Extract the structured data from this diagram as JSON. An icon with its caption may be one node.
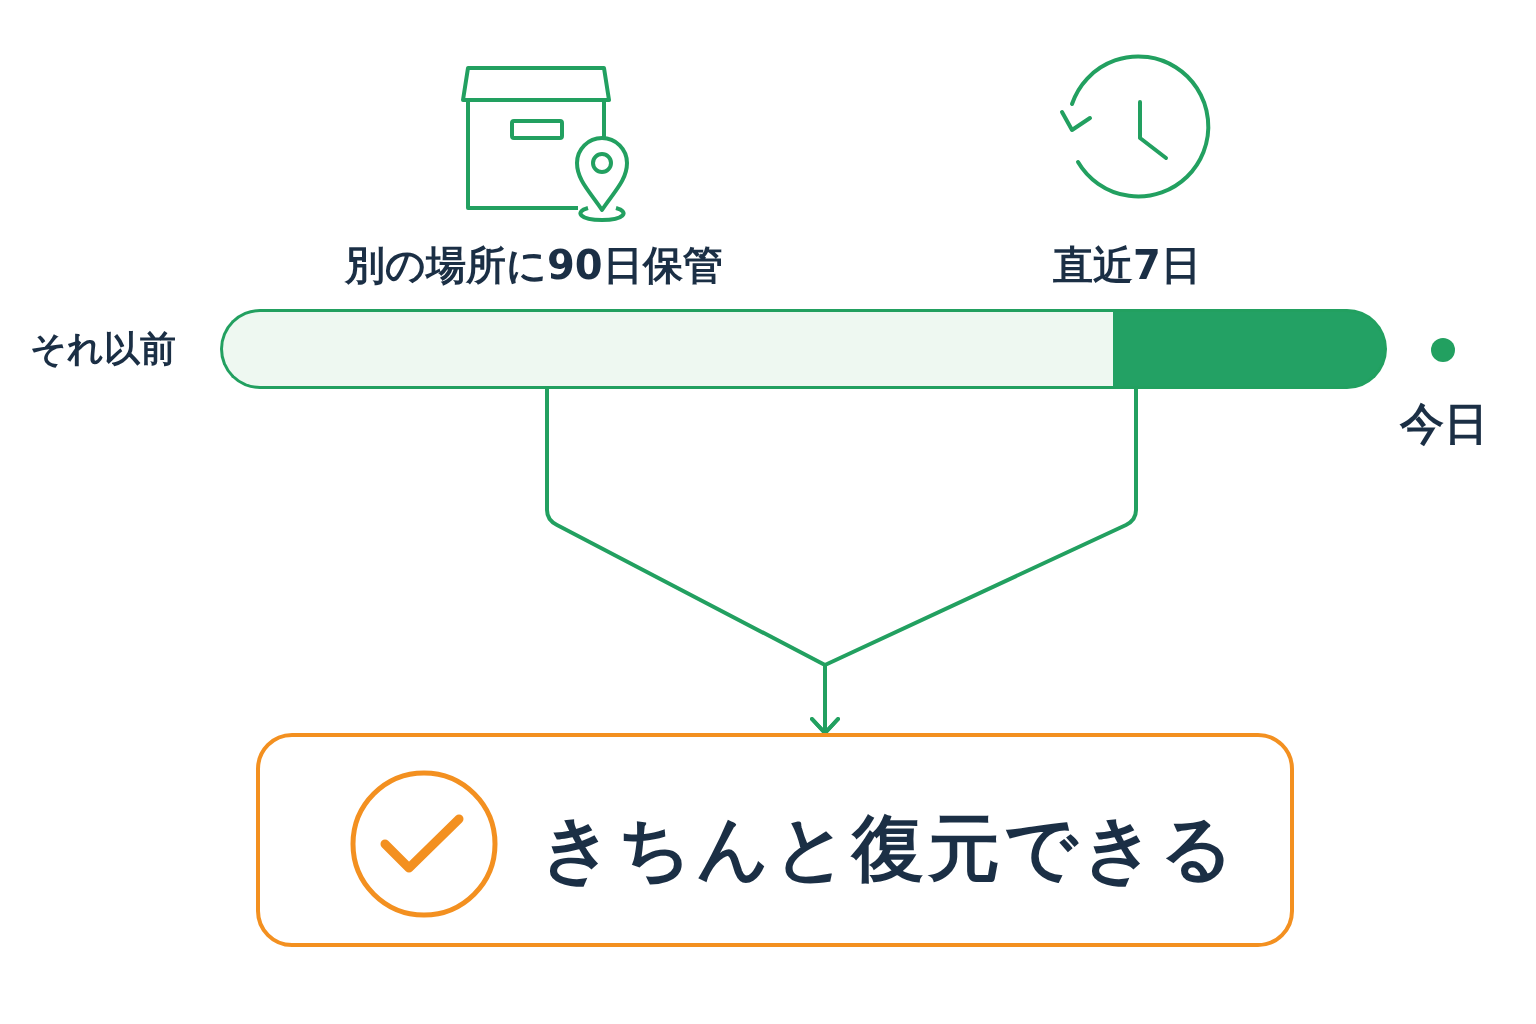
{
  "diagram": {
    "nodes": [
      {
        "text": [],
        "shape": "bar"
      },
      {
        "text": [],
        "shape": "bar"
      },
      {
        "text": [
          "きちんと復元できる"
        ]
      }
    ],
    "edges": [
      {
        "from": 0,
        "to": 2,
        "arrow": "to"
      },
      {
        "from": 1,
        "to": 2,
        "arrow": "to"
      }
    ],
    "labels": [
      "別の場所に90日保管",
      "直近7日",
      "それ以前",
      "今日"
    ]
  }
}
